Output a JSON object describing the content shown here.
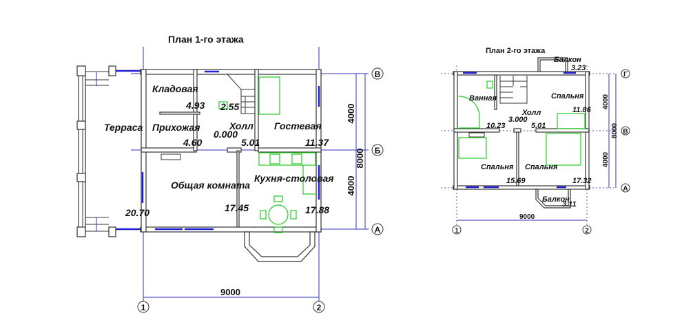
{
  "plan1": {
    "title": "План 1-го этажа",
    "rooms": [
      {
        "name": "Кладовая",
        "area": "4.93"
      },
      {
        "name": "Прихожая",
        "area": "4.60"
      },
      {
        "name": "Холл",
        "area": "5.01"
      },
      {
        "name": "Гостевая",
        "area": "11.37"
      },
      {
        "name": "Терраса",
        "area": "20.70"
      },
      {
        "name": "Общая комната",
        "area": "17.45"
      },
      {
        "name": "Кухня-столовая",
        "area": "17.88"
      }
    ],
    "extra_area": "2.55",
    "level": "0.000",
    "dims": {
      "width": "9000",
      "top": "4000",
      "bottom": "4000",
      "total": "8000"
    },
    "axes": {
      "x1": "1",
      "x2": "2",
      "yB": "В",
      "yБ": "Б",
      "yA": "А"
    }
  },
  "plan2": {
    "title": "План 2-го этажа",
    "rooms": [
      {
        "name": "Ванная",
        "area": "10.23"
      },
      {
        "name": "Холл",
        "area": "5.01"
      },
      {
        "name": "Спальня",
        "area": "11.86"
      },
      {
        "name": "Спальня",
        "area": "15.69"
      },
      {
        "name": "Спальня",
        "area": "17.32"
      },
      {
        "name": "Балкон",
        "area": "3.23"
      },
      {
        "name": "Балкон",
        "area": "3.11"
      }
    ],
    "level": "3.000",
    "dims": {
      "width": "9000",
      "top": "4000",
      "bottom": "4000",
      "total": "8000"
    },
    "axes": {
      "x1": "1",
      "x2": "2",
      "yГ": "Г",
      "yB": "В",
      "yA": "А"
    }
  }
}
